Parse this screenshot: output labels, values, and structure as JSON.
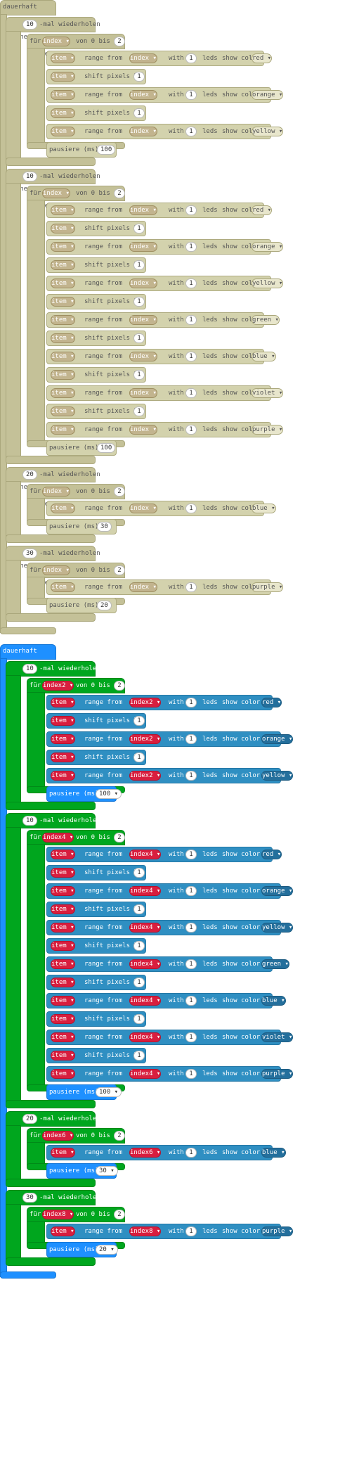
{
  "labels": {
    "forever": "dauerhaft",
    "do": "mache",
    "repeat_suffix": "-mal wiederholen",
    "for": "für",
    "from": "von 0 bis",
    "range_from": "range from",
    "with": "with",
    "leds": "leds",
    "show_color": "show color",
    "shift_pixels_by": "shift pixels by",
    "pause": "pausiere (ms)",
    "item": "item"
  },
  "disabled_block": {
    "loops": [
      {
        "times": "10",
        "var": "index",
        "to": "2",
        "colors": [
          "red",
          "orange",
          "yellow"
        ],
        "pause": "100"
      },
      {
        "times": "10",
        "var": "index",
        "to": "2",
        "colors": [
          "red",
          "orange",
          "yellow",
          "green",
          "blue",
          "violet",
          "purple"
        ],
        "pause": "100"
      },
      {
        "times": "20",
        "var": "index",
        "to": "2",
        "colors": [
          "blue"
        ],
        "pause": "30"
      },
      {
        "times": "30",
        "var": "index",
        "to": "2",
        "colors": [
          "purple"
        ],
        "pause": "20"
      }
    ]
  },
  "active_block": {
    "loops": [
      {
        "times": "10",
        "var": "index2",
        "to": "2",
        "colors": [
          "red",
          "orange",
          "yellow"
        ],
        "pause": "100"
      },
      {
        "times": "10",
        "var": "index4",
        "to": "2",
        "colors": [
          "red",
          "orange",
          "yellow",
          "green",
          "blue",
          "violet",
          "purple"
        ],
        "pause": "100"
      },
      {
        "times": "20",
        "var": "index6",
        "to": "2",
        "colors": [
          "blue"
        ],
        "pause": "30"
      },
      {
        "times": "30",
        "var": "index8",
        "to": "2",
        "colors": [
          "purple"
        ],
        "pause": "20"
      }
    ]
  },
  "pixel_count": "1",
  "shift_amount": "1",
  "colors": {
    "forever_active": "#1e90ff",
    "loop_active": "#00a61e",
    "neopixel_active": "#2f8fc2",
    "variable_active": "#d81e3e",
    "disabled_fill": "#c4c198"
  }
}
